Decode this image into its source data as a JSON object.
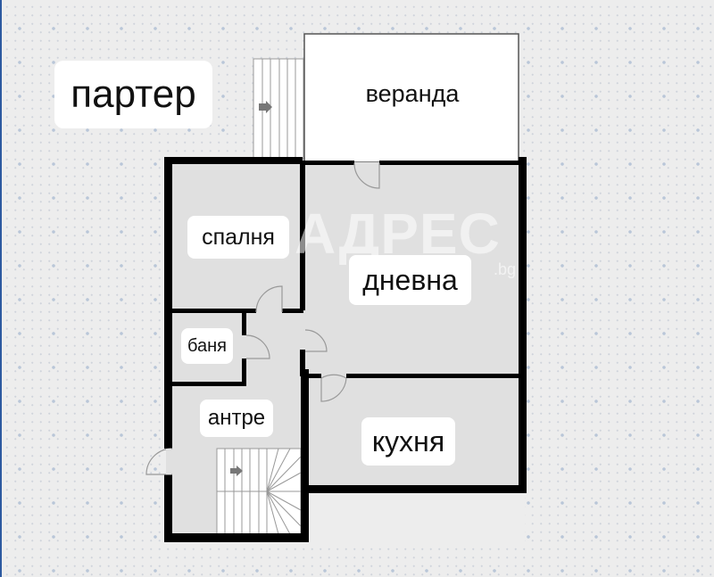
{
  "plan": {
    "floor_title": "партер",
    "watermark": "АДРЕС",
    "watermark_domain": ".bg",
    "rooms": [
      {
        "id": "veranda",
        "label": "веранда"
      },
      {
        "id": "spalnya",
        "label": "спалня"
      },
      {
        "id": "dnevna",
        "label": "дневна"
      },
      {
        "id": "banya",
        "label": "баня"
      },
      {
        "id": "antre",
        "label": "антре"
      },
      {
        "id": "kuhnya",
        "label": "кухня"
      }
    ]
  },
  "colors": {
    "background": "#ededed",
    "room_fill": "#e0e0e0",
    "wall": "#000000",
    "veranda_fill": "#ffffff",
    "dot_accent": "#b9c6d8",
    "left_edge": "#2d5aa0"
  }
}
